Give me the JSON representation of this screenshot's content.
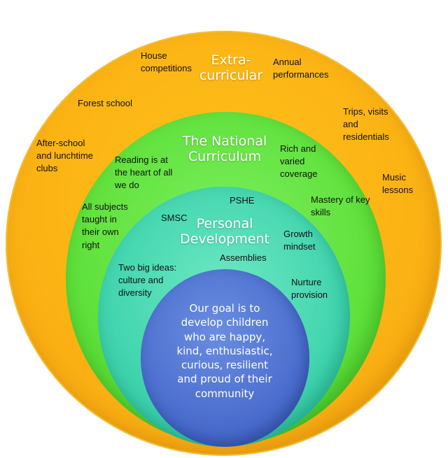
{
  "rings": {
    "extra_curricular": {
      "title": "Extra-\ncurricular",
      "items": {
        "house": "House\ncompetitions",
        "annual": "Annual\nperformances",
        "forest": "Forest school",
        "trips": "Trips, visits\nand\nresidentials",
        "after_school": "After-school\nand lunchtime\nclubs",
        "music": "Music\nlessons"
      }
    },
    "national_curriculum": {
      "title": "The National\nCurriculum",
      "items": {
        "reading": "Reading is at\nthe heart of all\nwe do",
        "rich": "Rich and\nvaried\ncoverage",
        "mastery": "Mastery of key\nskills",
        "subjects": "All subjects\ntaught in\ntheir own\nright"
      }
    },
    "personal_development": {
      "title": "Personal\nDevelopment",
      "items": {
        "pshe": "PSHE",
        "smsc": "SMSC",
        "growth": "Growth\nmindset",
        "assemblies": "Assemblies",
        "two_ideas": "Two big ideas:\nculture and\ndiversity",
        "nurture": "Nurture\nprovision"
      }
    },
    "goal": {
      "text": "Our goal is to\ndevelop children\nwho are happy,\nkind, enthusiastic,\ncurious, resilient\nand proud of their\ncommunity"
    }
  },
  "colors": {
    "extra_curricular": "#fbb314",
    "national_curriculum": "#5fe03a",
    "personal_development": "#40d4ae",
    "goal": "#4c6fcf"
  }
}
